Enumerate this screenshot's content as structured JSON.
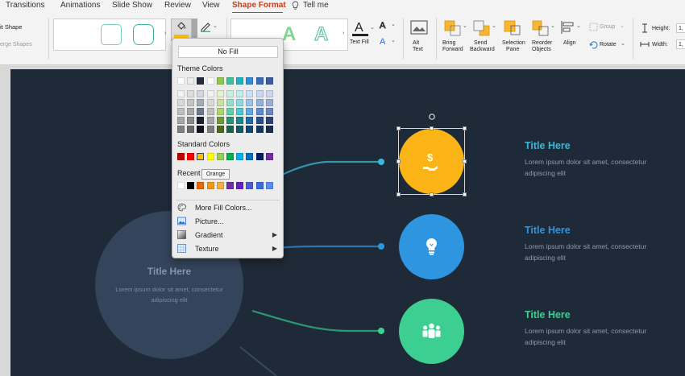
{
  "tabs": [
    "Transitions",
    "Animations",
    "Slide Show",
    "Review",
    "View",
    "Shape Format",
    "Tell me"
  ],
  "active_tab": "Shape Format",
  "ribbon": {
    "edit_shape": "it Shape",
    "merge_shapes": "erge Shapes",
    "text_fill": "Text Fill",
    "alt_text": [
      "Alt",
      "Text"
    ],
    "bring_forward": [
      "Bring",
      "Forward"
    ],
    "send_backward": [
      "Send",
      "Backward"
    ],
    "selection_pane": [
      "Selection",
      "Pane"
    ],
    "reorder_objects": [
      "Reorder",
      "Objects"
    ],
    "align": "Align",
    "group": "Group",
    "rotate": "Rotate",
    "height_label": "Height:",
    "height_value": "1,",
    "width_label": "Width:",
    "width_value": "1,"
  },
  "fill_menu": {
    "no_fill": "No Fill",
    "theme_colors_label": "Theme Colors",
    "standard_colors_label": "Standard Colors",
    "recent_label": "Recent",
    "tooltip": "Orange",
    "theme_top": [
      "#ffffff",
      "#ececec",
      "#252b3d",
      "#ffffff",
      "#92c847",
      "#3fc19b",
      "#1fb3c2",
      "#2c8ed6",
      "#3a6ab8",
      "#3e5b98"
    ],
    "theme_shades": [
      [
        "#f2f2f2",
        "#dedede",
        "#d4d7dd",
        "#f2f2f2",
        "#e4f1cf",
        "#c9efe2",
        "#c2ecf0",
        "#c9e1f6",
        "#c9d8ee",
        "#cdd6ea"
      ],
      [
        "#d9d9d9",
        "#c4c4c4",
        "#a4aab6",
        "#d9d9d9",
        "#c9e39f",
        "#94dfc5",
        "#86dae2",
        "#95c4ee",
        "#93b0dd",
        "#9daed4"
      ],
      [
        "#bfbfbf",
        "#a8a8a8",
        "#6f778a",
        "#bfbfbf",
        "#aed570",
        "#5ecfa8",
        "#4cc8d4",
        "#60a7e5",
        "#5f89cc",
        "#6e87be"
      ],
      [
        "#a6a6a6",
        "#8a8a8a",
        "#1b2030",
        "#a6a6a6",
        "#6e9c2d",
        "#2b9373",
        "#168895",
        "#1c6bab",
        "#2a4f8d",
        "#2d4473"
      ],
      [
        "#808080",
        "#6a6a6a",
        "#10141f",
        "#808080",
        "#4a6a1e",
        "#1c624d",
        "#0f5b63",
        "#134772",
        "#1c355e",
        "#1e2d4c"
      ]
    ],
    "standard": [
      "#c00000",
      "#ff0000",
      "#ffc000",
      "#ffff00",
      "#92d050",
      "#00b050",
      "#00b0f0",
      "#0070c0",
      "#002060",
      "#7030a0"
    ],
    "recent": [
      "#ffffff",
      "#000000",
      "#e36c09",
      "#f39c12",
      "#f5b041",
      "#7030a0",
      "#6a1fbf",
      "#4a5bd6",
      "#3a6ae0",
      "#5b8def"
    ],
    "items": [
      {
        "label": "More Fill Colors...",
        "arrow": false,
        "icon": "palette-icon"
      },
      {
        "label": "Picture...",
        "arrow": false,
        "icon": "picture-icon"
      },
      {
        "label": "Gradient",
        "arrow": true,
        "icon": "gradient-icon"
      },
      {
        "label": "Texture",
        "arrow": true,
        "icon": "texture-icon"
      }
    ]
  },
  "slide": {
    "center_title": "Title Here",
    "center_text": "Lorem ipsum dolor sit amet, consectetur adipiscing elit",
    "items": [
      {
        "title": "Title Here",
        "text": "Lorem ipsum dolor sit amet, consectetur adipiscing elit",
        "color": "#fbb416",
        "title_color": "#3ab8d8",
        "icon": "dollar-hand-icon"
      },
      {
        "title": "Title Here",
        "text": "Lorem ipsum dolor sit amet, consectetur adipiscing elit",
        "color": "#2e95e0",
        "title_color": "#2e95e0",
        "icon": "lightbulb-icon"
      },
      {
        "title": "Title Here",
        "text": "Lorem ipsum dolor sit amet, consectetur adipiscing elit",
        "color": "#3ccf91",
        "title_color": "#3ccf91",
        "icon": "team-icon"
      }
    ]
  },
  "colors": {
    "accent": "#c43e1c",
    "slide_bg": "#1f2a38",
    "fill_bar": "#ffc000"
  }
}
